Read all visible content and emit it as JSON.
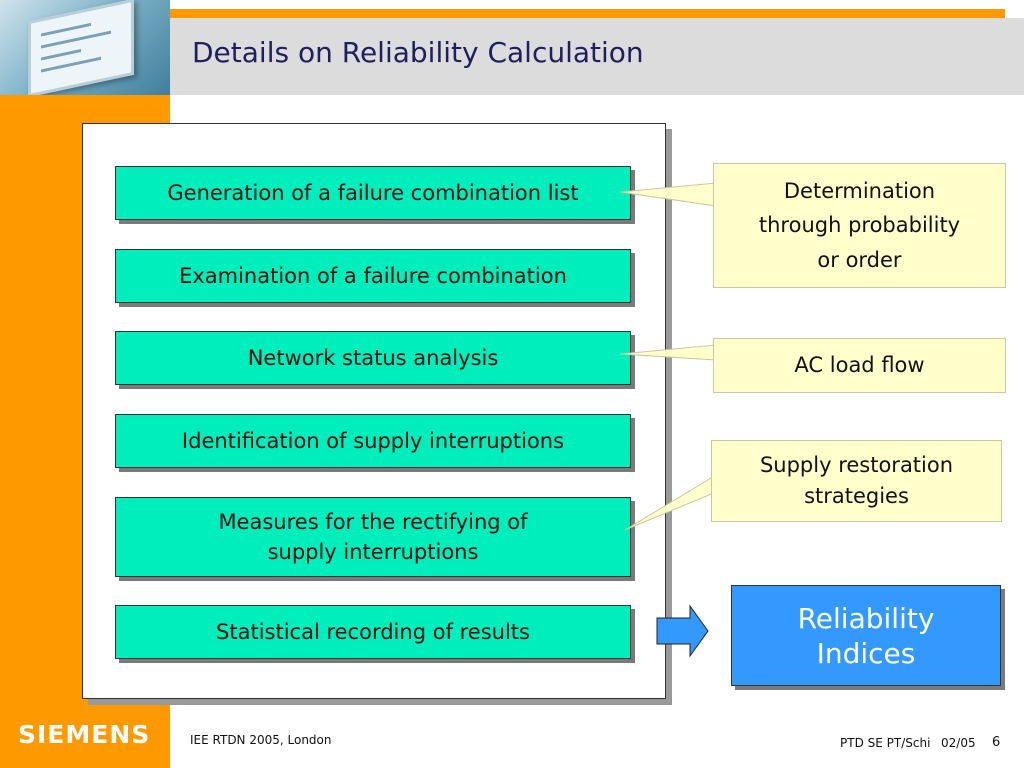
{
  "header": {
    "title": "Details on Reliability Calculation"
  },
  "steps": [
    "Generation of a failure combination list",
    "Examination of a failure combination",
    "Network status analysis",
    "Identification of supply interruptions",
    "Measures for the rectifying of\nsupply interruptions",
    "Statistical recording of results"
  ],
  "callouts": [
    "Determination\nthrough probability\nor order",
    "AC load flow",
    "Supply restoration\nstrategies"
  ],
  "result": "Reliability\nIndices",
  "footer": {
    "brand": "SIEMENS",
    "event": "IEE RTDN 2005, London",
    "code": "PTD SE PT/Schi",
    "date": "02/05",
    "page": "6"
  },
  "colors": {
    "accent_orange": "#ff9900",
    "step_fill": "#00eebb",
    "callout_fill": "#ffffcc",
    "result_fill": "#3399ff",
    "title_text": "#1f1f5f"
  }
}
